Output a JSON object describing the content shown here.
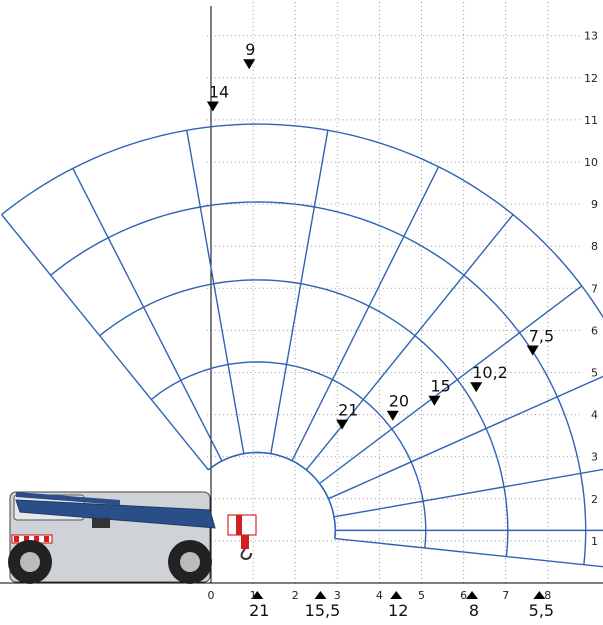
{
  "chart_data": {
    "type": "diagram",
    "x_ticks": [
      "0",
      "1",
      "2",
      "3",
      "4",
      "5",
      "6",
      "7",
      "8"
    ],
    "y_ticks": [
      "1",
      "2",
      "3",
      "4",
      "5",
      "6",
      "7",
      "8",
      "9",
      "10",
      "11",
      "12",
      "13"
    ],
    "pivot": {
      "x": 1.1,
      "y": 1.25
    },
    "radii": [
      1.85,
      4.0,
      5.95,
      7.8,
      9.65
    ],
    "angles_deg": [
      -6,
      0,
      10,
      24,
      37,
      51,
      63.5,
      80,
      100,
      117,
      129
    ],
    "boom_end_angles_deg": [
      -6,
      0,
      10,
      24,
      37,
      51,
      63.5,
      80,
      100,
      117
    ],
    "radial_labels": [
      {
        "text": "21",
        "r": 3.2,
        "a": 51
      },
      {
        "text": "20",
        "r": 4.2,
        "a": 40
      },
      {
        "text": "15",
        "r": 5.2,
        "a": 36
      },
      {
        "text": "10,2",
        "r": 6.2,
        "a": 33
      },
      {
        "text": "7,5",
        "r": 7.8,
        "a": 33
      },
      {
        "text": "14",
        "r": 10.1,
        "a": 96
      },
      {
        "text": "9",
        "r": 11.05,
        "a": 91
      }
    ],
    "bottom_markers": [
      {
        "text": "21",
        "x": 1.1
      },
      {
        "text": "15,5",
        "x": 2.6
      },
      {
        "text": "12",
        "x": 4.4
      },
      {
        "text": "8",
        "x": 6.2
      },
      {
        "text": "5,5",
        "x": 7.8
      }
    ]
  }
}
